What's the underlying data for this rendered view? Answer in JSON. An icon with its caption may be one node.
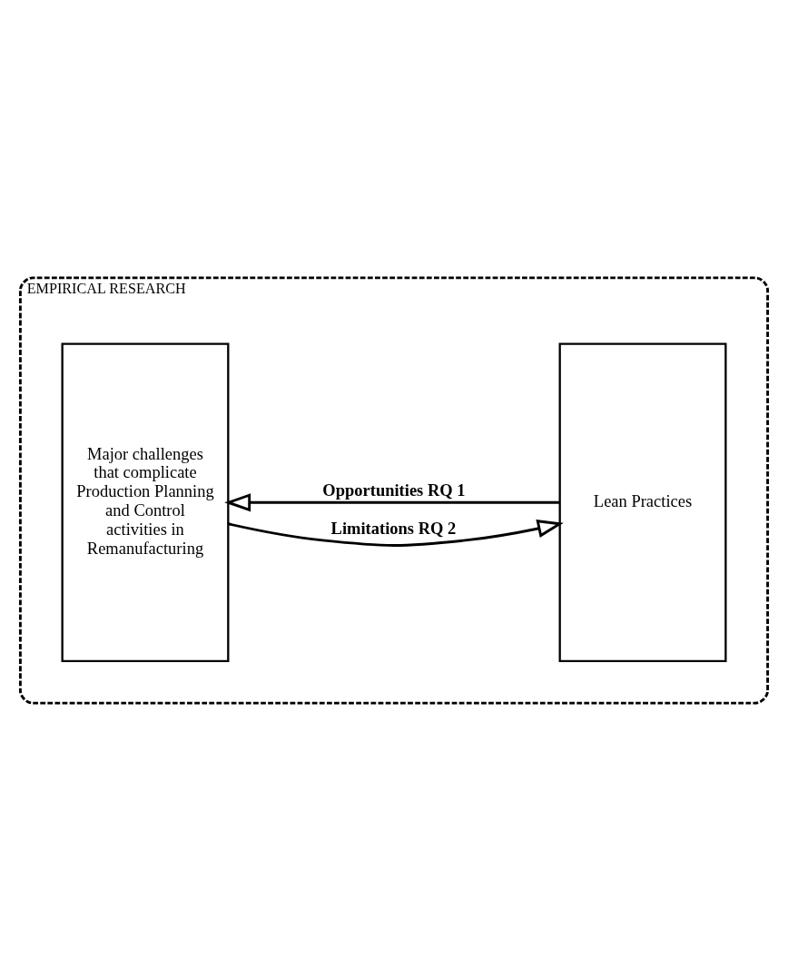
{
  "diagram": {
    "nodes": [
      {
        "text": [
          "EMPIRICAL RESEARCH"
        ]
      },
      {
        "text": [
          "Major challenges that complicate Production Planning and Control activities in Remanufacturing"
        ],
        "in": 0
      },
      {
        "text": [
          "Lean Practices"
        ],
        "in": 0
      }
    ],
    "edges": [
      {
        "from": 2,
        "to": 1,
        "arrow": "to",
        "label": "Opportunities RQ 1"
      },
      {
        "from": 1,
        "to": 2,
        "arrow": "to",
        "label": "Limitations RQ 2"
      }
    ]
  }
}
